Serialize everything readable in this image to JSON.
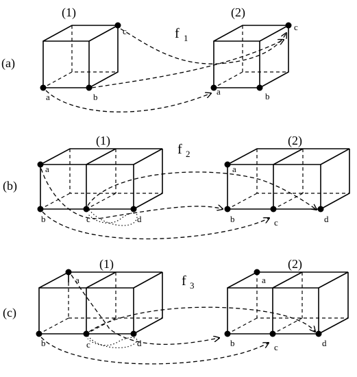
{
  "rows": [
    {
      "row_label": "(a)",
      "function": "f",
      "subscript": "1",
      "left_caption": "(1)",
      "right_caption": "(2)",
      "left_vertices": [
        "a",
        "b",
        "c"
      ],
      "right_vertices": [
        "a",
        "b",
        "c"
      ]
    },
    {
      "row_label": "(b)",
      "function": "f",
      "subscript": "2",
      "left_caption": "(1)",
      "right_caption": "(2)",
      "left_vertices": [
        "a",
        "b",
        "c",
        "d"
      ],
      "right_vertices": [
        "a",
        "b",
        "c",
        "d"
      ]
    },
    {
      "row_label": "(c)",
      "function": "f",
      "subscript": "3",
      "left_caption": "(1)",
      "right_caption": "(2)",
      "left_vertices": [
        "a",
        "b",
        "c",
        "d"
      ],
      "right_vertices": [
        "a",
        "b",
        "c",
        "d"
      ]
    }
  ]
}
